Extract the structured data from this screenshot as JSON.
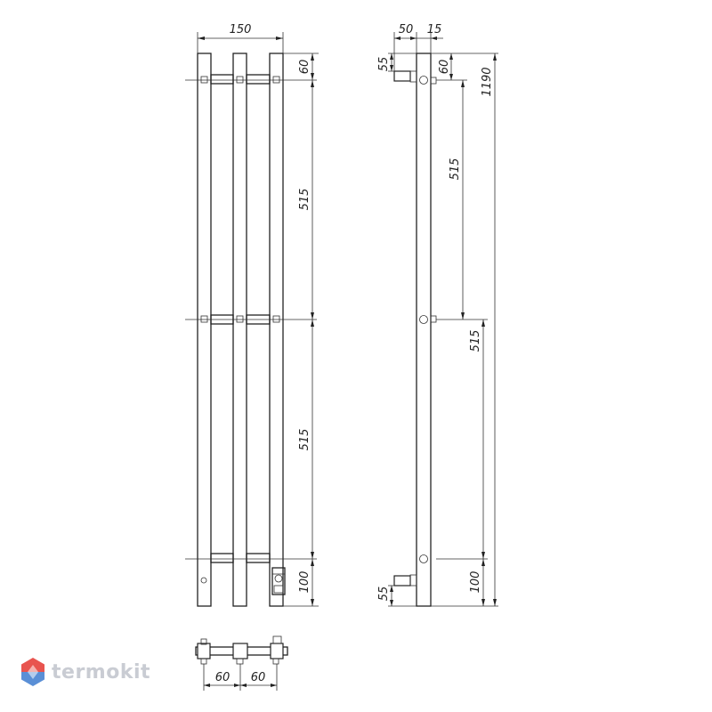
{
  "front_view": {
    "width_label": "150",
    "top_label": "60",
    "upper_span_label": "515",
    "lower_span_label": "515",
    "bottom_label": "100"
  },
  "side_view": {
    "offset_label": "50",
    "tube_label": "15",
    "top_gap_label": "55",
    "top_label": "60",
    "upper_span_label": "515",
    "lower_span_label": "515",
    "total_label": "1190",
    "bottom_label": "100",
    "bottom_gap_label": "55"
  },
  "bottom_view": {
    "left_spacing_label": "60",
    "right_spacing_label": "60"
  },
  "logo": {
    "text": "termokit",
    "icon": "hexagon-logo-icon",
    "colors": {
      "top": "#e8544f",
      "bottom": "#5a8fd6",
      "text": "#c9ccd3"
    }
  }
}
